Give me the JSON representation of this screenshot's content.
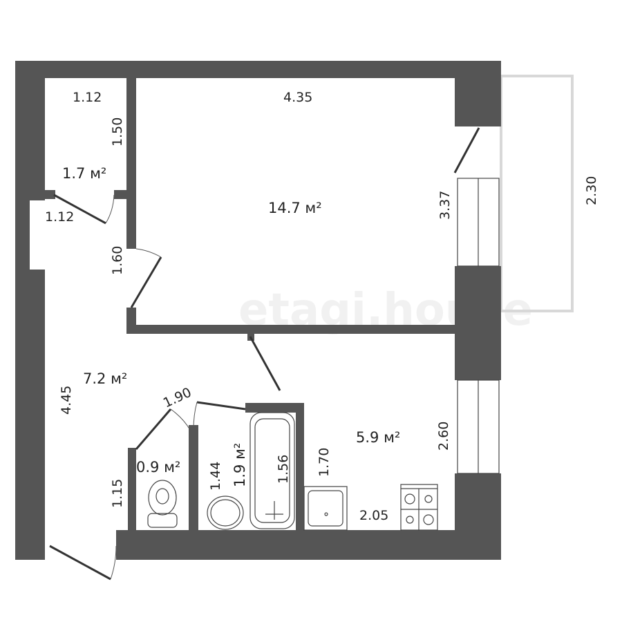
{
  "plan": {
    "watermark": "etagi.house",
    "rooms": {
      "storage": {
        "area": "1.7 м²",
        "width": "1.12",
        "length": "1.50"
      },
      "living": {
        "area": "14.7 м²",
        "width": "4.35",
        "length": "3.37"
      },
      "hall": {
        "area": "7.2 м²",
        "length": "4.45",
        "width_top": "1.12",
        "door_side": "1.60",
        "diag": "1.90",
        "bottom": "1.15"
      },
      "toilet": {
        "area": "0.9 м²"
      },
      "bathroom": {
        "area": "1.9 м²",
        "width": "1.44",
        "bath": "1.56"
      },
      "kitchen": {
        "area": "5.9 м²",
        "length": "1.70",
        "width": "2.05",
        "side": "2.60"
      },
      "balcony": {
        "length": "2.30"
      }
    },
    "colors": {
      "wall": "#555555",
      "balcony": "#d8d8d8"
    }
  }
}
